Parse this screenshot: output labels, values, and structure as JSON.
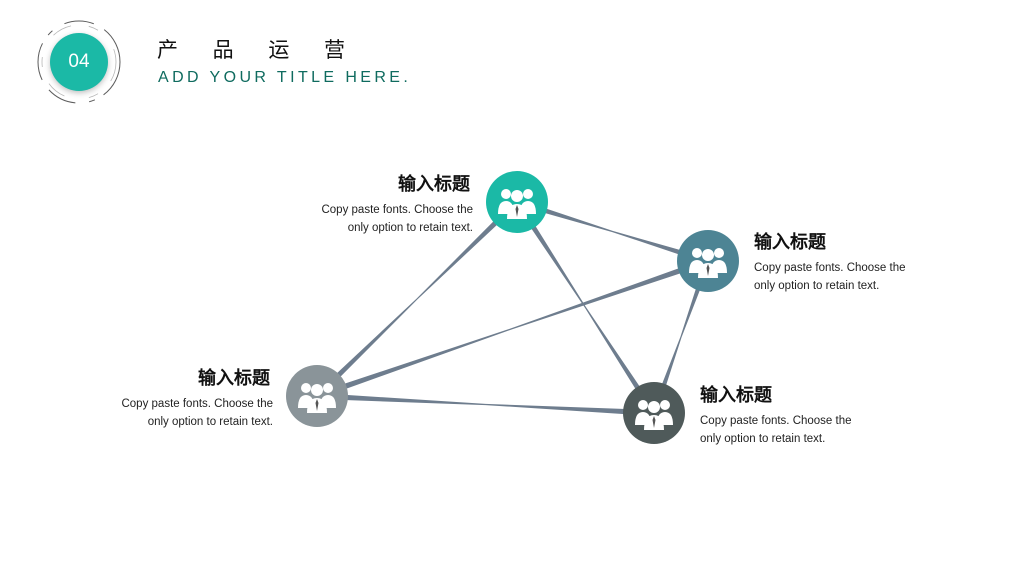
{
  "header": {
    "badge_number": "04",
    "title": "产 品 运 营",
    "subtitle": "ADD YOUR TITLE HERE."
  },
  "diagram": {
    "nodes": [
      {
        "id": "top",
        "title": "输入标题",
        "desc_line1": "Copy paste fonts. Choose the",
        "desc_line2": "only option to retain text.",
        "color": "#1bb9a6",
        "icon": "people-group-icon"
      },
      {
        "id": "right",
        "title": "输入标题",
        "desc_line1": "Copy paste fonts. Choose the",
        "desc_line2": "only option to retain text.",
        "color": "#4d8494",
        "icon": "people-group-icon"
      },
      {
        "id": "left",
        "title": "输入标题",
        "desc_line1": "Copy paste fonts. Choose the",
        "desc_line2": "only option to retain text.",
        "color": "#8a9499",
        "icon": "people-group-icon"
      },
      {
        "id": "bottom",
        "title": "输入标题",
        "desc_line1": "Copy paste fonts. Choose the",
        "desc_line2": "only option to retain text.",
        "color": "#4f5a5a",
        "icon": "people-group-icon"
      }
    ],
    "edges": [
      [
        "top",
        "right"
      ],
      [
        "top",
        "left"
      ],
      [
        "top",
        "bottom"
      ],
      [
        "right",
        "left"
      ],
      [
        "right",
        "bottom"
      ],
      [
        "left",
        "bottom"
      ]
    ],
    "edge_color": "#6e7d8e"
  }
}
